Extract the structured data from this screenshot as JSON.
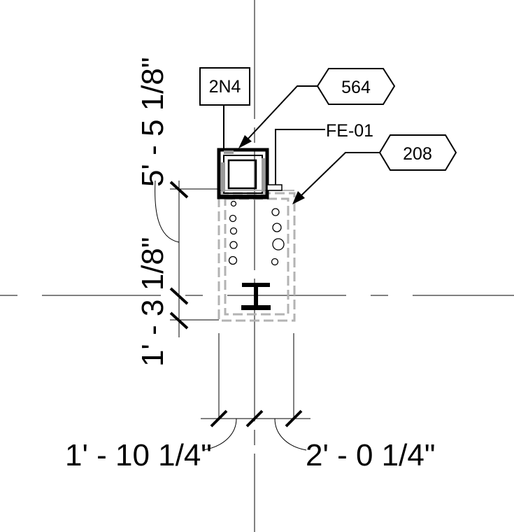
{
  "tags": {
    "detail_ref": "2N4",
    "callout_top": "564",
    "callout_right": "208",
    "note": "FE-01"
  },
  "dimensions": {
    "vertical_upper": "5' - 5 1/8\"",
    "vertical_lower": "1' - 3 1/8\"",
    "horizontal_left": "1' - 10 1/4\"",
    "horizontal_right": "2' - 0 1/4\""
  }
}
